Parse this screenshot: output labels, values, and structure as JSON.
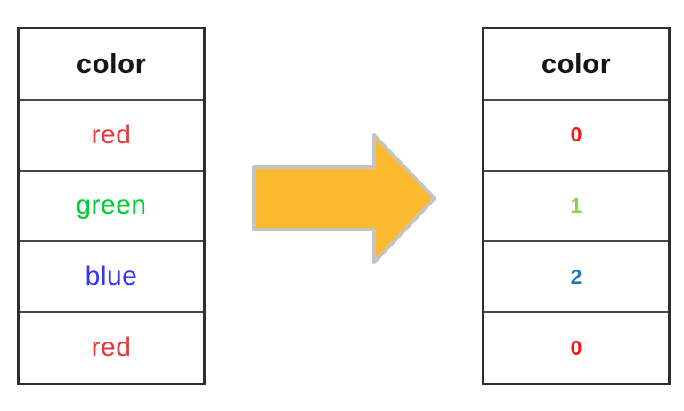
{
  "left_table": {
    "header": "color",
    "rows": [
      {
        "label": "red",
        "color": "#e03c3c"
      },
      {
        "label": "green",
        "color": "#00cc33"
      },
      {
        "label": "blue",
        "color": "#3333ff"
      },
      {
        "label": "red",
        "color": "#e03c3c"
      }
    ]
  },
  "right_table": {
    "header": "color",
    "rows": [
      {
        "label": "0",
        "color": "#ff1111"
      },
      {
        "label": "1",
        "color": "#92d050"
      },
      {
        "label": "2",
        "color": "#1b78c4"
      },
      {
        "label": "0",
        "color": "#ff1111"
      }
    ]
  },
  "arrow": {
    "direction": "right",
    "fill": "#fcbb2f",
    "stroke": "#c4c4c4"
  }
}
